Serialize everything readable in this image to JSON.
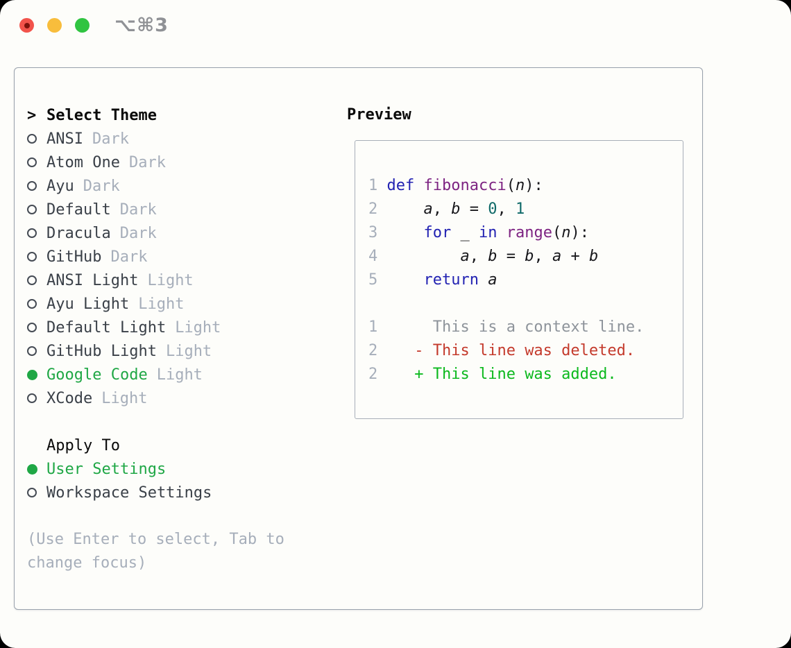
{
  "window": {
    "title": "⌥⌘3"
  },
  "colors": {
    "window-bg": "#fdfdfa",
    "title-text": "#8f9195",
    "traffic-red": "#f2534b",
    "traffic-red-dot": "#7d120b",
    "traffic-yellow": "#f8bd3c",
    "traffic-green": "#30c441",
    "panel-border": "#99a1ac",
    "preview-border": "#a7aeb8",
    "header-text": "#0a0a0a",
    "item-text": "#3a4048",
    "muted": "#a6aeba",
    "line-number": "#a6aeba",
    "ring": "#454b54",
    "selected-green": "#1fa745",
    "kwd": "#2222b2",
    "typ": "#7d2382",
    "lit": "#0e6968",
    "pln": "#17171b",
    "context": "#8e949b",
    "deleted": "#c43a2c",
    "added": "#0cb91e"
  },
  "theme_panel": {
    "header": {
      "prompt": ">",
      "label": "Select Theme"
    },
    "themes": [
      {
        "name": "ANSI",
        "variant": "Dark",
        "selected": false
      },
      {
        "name": "Atom One",
        "variant": "Dark",
        "selected": false
      },
      {
        "name": "Ayu",
        "variant": "Dark",
        "selected": false
      },
      {
        "name": "Default",
        "variant": "Dark",
        "selected": false
      },
      {
        "name": "Dracula",
        "variant": "Dark",
        "selected": false
      },
      {
        "name": "GitHub",
        "variant": "Dark",
        "selected": false
      },
      {
        "name": "ANSI Light",
        "variant": "Light",
        "selected": false
      },
      {
        "name": "Ayu Light",
        "variant": "Light",
        "selected": false
      },
      {
        "name": "Default Light",
        "variant": "Light",
        "selected": false
      },
      {
        "name": "GitHub Light",
        "variant": "Light",
        "selected": false
      },
      {
        "name": "Google Code",
        "variant": "Light",
        "selected": true
      },
      {
        "name": "XCode",
        "variant": "Light",
        "selected": false
      }
    ],
    "apply_to": {
      "label": "Apply To",
      "options": [
        {
          "label": "User Settings",
          "selected": true
        },
        {
          "label": "Workspace Settings",
          "selected": false
        }
      ]
    },
    "hint": "(Use Enter to select, Tab to change focus)"
  },
  "preview": {
    "label": "Preview",
    "code_lines": [
      {
        "num": "1",
        "segs": [
          [
            "def",
            "kwd"
          ],
          [
            " ",
            "pln"
          ],
          [
            "fibonacci",
            "typ"
          ],
          [
            "(",
            "pln"
          ],
          [
            "n",
            "var"
          ],
          [
            "):",
            "pln"
          ]
        ]
      },
      {
        "num": "2",
        "segs": [
          [
            "    ",
            "pln"
          ],
          [
            "a",
            "var"
          ],
          [
            ", ",
            "pln"
          ],
          [
            "b",
            "var"
          ],
          [
            " = ",
            "pln"
          ],
          [
            "0",
            "lit"
          ],
          [
            ", ",
            "pln"
          ],
          [
            "1",
            "lit"
          ]
        ]
      },
      {
        "num": "3",
        "segs": [
          [
            "    ",
            "pln"
          ],
          [
            "for",
            "kwd"
          ],
          [
            " _ ",
            "pln"
          ],
          [
            "in",
            "kwd"
          ],
          [
            " ",
            "pln"
          ],
          [
            "range",
            "typ"
          ],
          [
            "(",
            "pln"
          ],
          [
            "n",
            "var"
          ],
          [
            "):",
            "pln"
          ]
        ]
      },
      {
        "num": "4",
        "segs": [
          [
            "        ",
            "pln"
          ],
          [
            "a",
            "var"
          ],
          [
            ", ",
            "pln"
          ],
          [
            "b",
            "var"
          ],
          [
            " = ",
            "pln"
          ],
          [
            "b",
            "var"
          ],
          [
            ", ",
            "pln"
          ],
          [
            "a",
            "var"
          ],
          [
            " + ",
            "pln"
          ],
          [
            "b",
            "var"
          ]
        ]
      },
      {
        "num": "5",
        "segs": [
          [
            "    ",
            "pln"
          ],
          [
            "return",
            "kwd"
          ],
          [
            " ",
            "pln"
          ],
          [
            "a",
            "var"
          ]
        ]
      }
    ],
    "diff_lines": [
      {
        "num": "1",
        "segs": [
          [
            "     ",
            "pln"
          ],
          [
            "This is a context line.",
            "ctx"
          ]
        ]
      },
      {
        "num": "2",
        "segs": [
          [
            "   ",
            "pln"
          ],
          [
            "- This line was deleted.",
            "del"
          ]
        ]
      },
      {
        "num": "2",
        "segs": [
          [
            "   ",
            "pln"
          ],
          [
            "+ This line was added.",
            "add"
          ]
        ]
      }
    ]
  }
}
